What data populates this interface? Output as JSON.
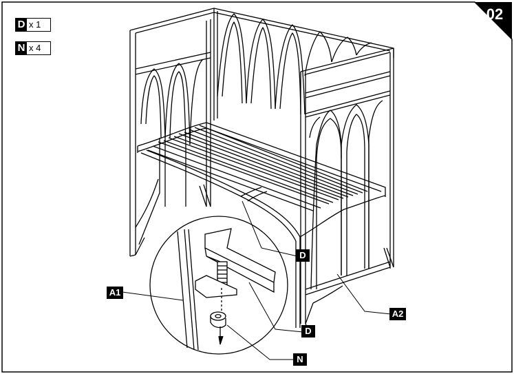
{
  "step_number": "02",
  "parts": [
    {
      "letter": "D",
      "qty": "x 1"
    },
    {
      "letter": "N",
      "qty": "x 4"
    }
  ],
  "callouts": {
    "d_upper": "D",
    "d_lower": "D",
    "a1": "A1",
    "a2": "A2",
    "n": "N"
  }
}
